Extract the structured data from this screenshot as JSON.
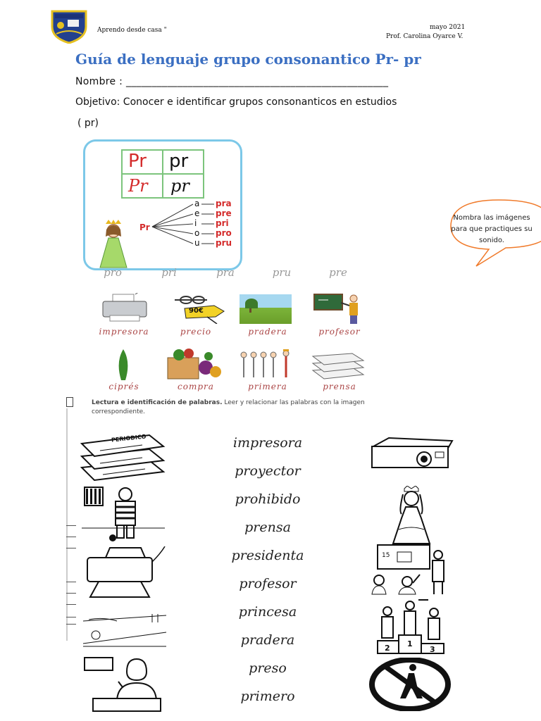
{
  "header": {
    "school_crest": "school-crest-icon",
    "subtitle": "Aprendo desde casa \"",
    "date": "mayo 2021",
    "teacher": "Prof. Carolina Oyarce V."
  },
  "title": "Guía de lenguaje grupo consonantico Pr- pr",
  "name_line": "Nombre : ___________________________________________________",
  "objective_line1": "Objetivo: Conocer e identificar grupos consonanticos en estudios",
  "objective_line2": "( pr)",
  "card": {
    "upper_print": "Pr",
    "lower_print": "pr",
    "upper_script": "Pr",
    "lower_script": "pr",
    "root": "Pr",
    "vowels": [
      "a",
      "e",
      "i",
      "o",
      "u"
    ],
    "syllables": [
      "pra",
      "pre",
      "pri",
      "pro",
      "pru"
    ]
  },
  "bubble": {
    "text": "Nombra las imágenes para que practiques su sonido."
  },
  "practice_syllables": [
    "pro",
    "pri",
    "pra",
    "pru",
    "pre"
  ],
  "picture_labels_row1": [
    "impresora",
    "precio",
    "pradera",
    "profesor"
  ],
  "picture_labels_row2": [
    "ciprés",
    "compra",
    "primera",
    "prensa"
  ],
  "price_tag": "90€",
  "instruction": {
    "bold": "Lectura e identificación de palabras.",
    "rest": "Leer y relacionar las palabras con la imagen correspondiente."
  },
  "match_words": [
    "impresora",
    "proyector",
    "prohibido",
    "prensa",
    "presidenta",
    "profesor",
    "princesa",
    "pradera",
    "preso",
    "primero"
  ],
  "left_images": [
    "newspapers-image",
    "prisoner-image",
    "printer-image",
    "meadow-image",
    "president-image"
  ],
  "right_images": [
    "projector-image",
    "princess-image",
    "teacher-image",
    "podium-image",
    "no-walking-sign-image"
  ],
  "newspaper_text": "PERIODICO",
  "podium_numbers": [
    "2",
    "1",
    "3"
  ],
  "screen_number": "15"
}
